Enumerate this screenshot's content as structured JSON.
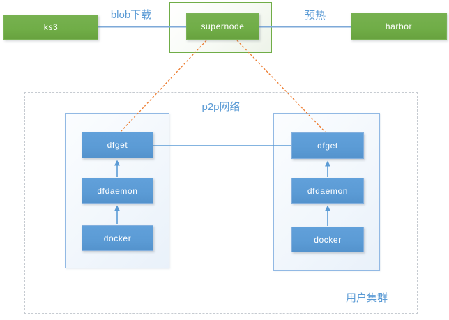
{
  "diagram": {
    "top": {
      "ks3_label": "ks3",
      "supernode_label": "supernode",
      "harbor_label": "harbor",
      "blob_download_label": "blob下载",
      "preheat_label": "预热"
    },
    "p2p": {
      "network_label": "p2p网络",
      "user_cluster_label": "用户集群",
      "clusters": [
        {
          "dfget": "dfget",
          "dfdaemon": "dfdaemon",
          "docker": "docker"
        },
        {
          "dfget": "dfget",
          "dfdaemon": "dfdaemon",
          "docker": "docker"
        }
      ]
    },
    "colors": {
      "node_green": "#70AD47",
      "node_blue": "#5B9BD5",
      "connector_blue": "#7EA9D8",
      "arrow_blue": "#5B9BD5",
      "connector_orange": "#ED7D31",
      "label_blue": "#5B9BD5",
      "boundary_dash_gray": "#c6cbd1",
      "cluster_border_blue": "#92b9e4"
    }
  }
}
